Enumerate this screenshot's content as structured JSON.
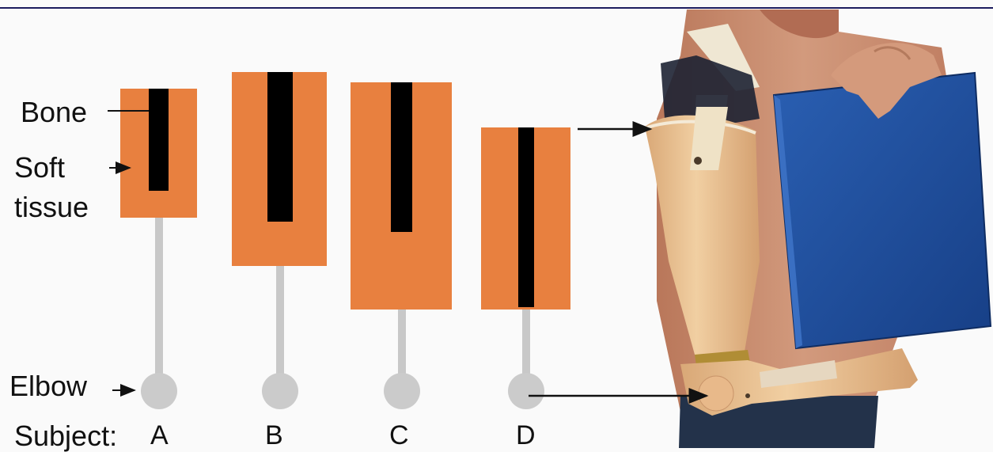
{
  "labels": {
    "bone": "Bone",
    "soft_tissue_line1": "Soft",
    "soft_tissue_line2": "tissue",
    "elbow": "Elbow",
    "subject": "Subject:"
  },
  "subjects": [
    "A",
    "B",
    "C",
    "D"
  ],
  "colors": {
    "soft_tissue": "#e8803f",
    "bone": "#000000",
    "rod": "#c8c8c8",
    "elbow_joint": "#cbcbcb",
    "book_cover": "#1f4f9e",
    "prosthesis": "#e9bf8c",
    "skin": "#c98a6d",
    "jeans": "#23324a"
  }
}
